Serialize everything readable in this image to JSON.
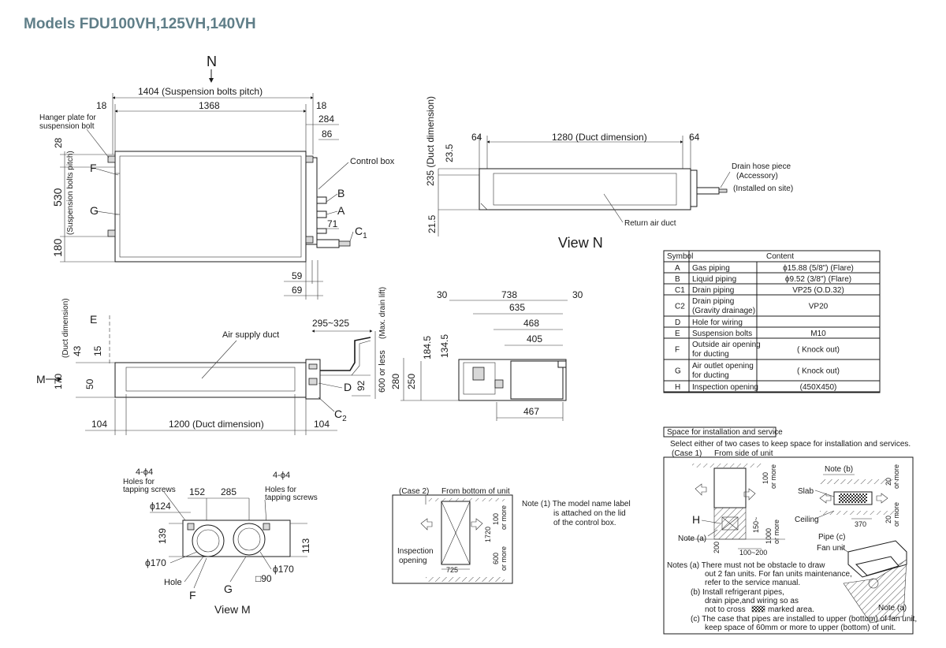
{
  "title": "Models FDU100VH,125VH,140VH",
  "top_view": {
    "north": "N",
    "dim_1404": "1404 (Suspension bolts pitch)",
    "dim_1368": "1368",
    "dim_18_left": "18",
    "dim_18_right": "18",
    "dim_284": "284",
    "dim_86": "86",
    "dim_71": "71",
    "dim_59": "59",
    "dim_69": "69",
    "dim_28": "28",
    "dim_530": "530",
    "dim_180": "180",
    "suspension_pitch": "(Suspension bolts pitch)",
    "hanger_plate": [
      "Hanger plate for",
      "suspension bolt"
    ],
    "control_box": "Control box",
    "letter_F": "F",
    "letter_G": "G",
    "letter_A": "A",
    "letter_B": "B",
    "letter_C1": "C",
    "sub_1": "1"
  },
  "view_n": {
    "title": "View N",
    "dim_64_left": "64",
    "dim_1280": "1280 (Duct dimension)",
    "dim_64_right": "64",
    "dim_235": "235 (Duct dimension)",
    "dim_23_5": "23.5",
    "dim_21_5": "21.5",
    "drain_hose": [
      "Drain hose piece",
      "(Accessory)",
      "(Installed on site)"
    ],
    "return_duct": "Return air duct"
  },
  "front_view": {
    "letter_E": "E",
    "duct_dim": "(Duct dimension)",
    "dim_43": "43",
    "dim_15": "15",
    "dim_170": "170",
    "dim_50": "50",
    "letter_M": "M",
    "air_supply": "Air supply duct",
    "dim_295": "295~325",
    "max_lift": "(Max. drain lift)",
    "dim_600": "600 or less",
    "dim_92": "92",
    "letter_D": "D",
    "letter_C2": "C",
    "sub_2": "2",
    "dim_104_left": "104",
    "dim_1200": "1200 (Duct dimension)",
    "dim_104_right": "104"
  },
  "side_view": {
    "dim_30_left": "30",
    "dim_738": "738",
    "dim_30_right": "30",
    "dim_635": "635",
    "dim_468": "468",
    "dim_405": "405",
    "dim_184_5": "184.5",
    "dim_134_5": "134.5",
    "dim_280": "280",
    "dim_250": "250",
    "dim_467": "467"
  },
  "table": {
    "headers": [
      "Symbol",
      "Content"
    ],
    "rows": [
      {
        "sym": "A",
        "item": [
          "Gas piping"
        ],
        "value": "ϕ15.88 (5/8\") (Flare)"
      },
      {
        "sym": "B",
        "item": [
          "Liquid piping"
        ],
        "value": "ϕ9.52 (3/8\") (Flare)"
      },
      {
        "sym": "C1",
        "item": [
          "Drain piping"
        ],
        "value": "VP25 (O.D.32)"
      },
      {
        "sym": "C2",
        "item": [
          "Drain piping",
          "(Gravity drainage)"
        ],
        "value": "VP20"
      },
      {
        "sym": "D",
        "item": [
          "Hole for wiring"
        ],
        "value": ""
      },
      {
        "sym": "E",
        "item": [
          "Suspension bolts"
        ],
        "value": "M10"
      },
      {
        "sym": "F",
        "item": [
          "Outside air opening",
          "for ducting"
        ],
        "value": "( Knock out)"
      },
      {
        "sym": "G",
        "item": [
          "Air outlet opening",
          "for ducting"
        ],
        "value": "( Knock out)"
      },
      {
        "sym": "H",
        "item": [
          "Inspection opening"
        ],
        "value": "(450X450)"
      }
    ]
  },
  "view_m": {
    "title": "View M",
    "holes_left": "4-ϕ4",
    "holes_left_label": [
      "Holes for",
      "tapping screws"
    ],
    "holes_right": "4-ϕ4",
    "holes_right_label": [
      "Holes for",
      "tapping screws"
    ],
    "dim_152": "152",
    "dim_285": "285",
    "dim_124": "ϕ124",
    "dim_139": "139",
    "dim_113": "113",
    "dim_170_left": "ϕ170",
    "dim_170_right": "ϕ170",
    "hole": "Hole",
    "letter_F": "F",
    "letter_G": "G",
    "square_90": "□90"
  },
  "case2": {
    "heading": "(Case 2)",
    "heading_right": "From bottom of unit",
    "dim_100": "100",
    "or_more": "or more",
    "dim_1720": "1720",
    "dim_600": "600",
    "dim_725": "725",
    "inspection": [
      "Inspection",
      "opening"
    ]
  },
  "note1": [
    "Note (1) The model name label",
    "is attached on the lid",
    "of the control box."
  ],
  "space": {
    "title": "Space for installation and service",
    "intro": "Select either of two cases to keep space for installation and services.",
    "case1": "(Case 1)",
    "case1_right": "From side of unit",
    "note_b": "Note (b)",
    "slab": "Slab",
    "ceiling": "Ceiling",
    "dim_20_top": "20",
    "dim_20_bottom": "20",
    "dim_370": "370",
    "dim_100": "100",
    "dim_150_200": "150~",
    "dim_200": "200",
    "dim_1000": "1000",
    "or_more": "or more",
    "dim_100_200": "100~200",
    "letter_H": "H",
    "note_a": "Note (a)",
    "pipe_c": "Pipe (c)",
    "fan_unit": "Fan unit",
    "note_a2": "Note (a)",
    "notes": [
      "Notes (a)  There must not be obstacle to draw",
      "out 2 fan units. For fan units maintenance,",
      "refer to the service manual.",
      "(b)  Install refrigerant pipes,",
      "drain pipe,and wiring so as",
      "not to cross",
      "marked area.",
      "(c)  The case that pipes are installed to upper (bottom) of fan unit,",
      "keep space of 60mm or more to upper (bottom) of unit."
    ]
  }
}
